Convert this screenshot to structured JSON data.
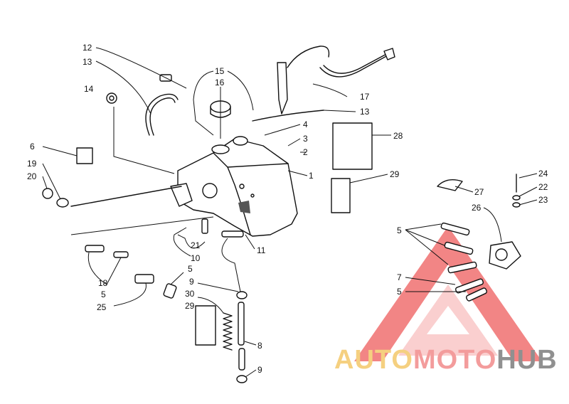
{
  "diagram": {
    "callouts": [
      {
        "id": "c12",
        "text": "12"
      },
      {
        "id": "c13a",
        "text": "13"
      },
      {
        "id": "c14",
        "text": "14"
      },
      {
        "id": "c15",
        "text": "15"
      },
      {
        "id": "c16",
        "text": "16"
      },
      {
        "id": "c17",
        "text": "17"
      },
      {
        "id": "c13b",
        "text": "13"
      },
      {
        "id": "c4",
        "text": "4"
      },
      {
        "id": "c3",
        "text": "3"
      },
      {
        "id": "c2",
        "text": "2"
      },
      {
        "id": "c28",
        "text": "28"
      },
      {
        "id": "c1",
        "text": "1"
      },
      {
        "id": "c29a",
        "text": "29"
      },
      {
        "id": "c6",
        "text": "6"
      },
      {
        "id": "c19",
        "text": "19"
      },
      {
        "id": "c20",
        "text": "20"
      },
      {
        "id": "c24",
        "text": "24"
      },
      {
        "id": "c22",
        "text": "22"
      },
      {
        "id": "c23",
        "text": "23"
      },
      {
        "id": "c27",
        "text": "27"
      },
      {
        "id": "c26",
        "text": "26"
      },
      {
        "id": "c5a",
        "text": "5"
      },
      {
        "id": "c21",
        "text": "21"
      },
      {
        "id": "c11",
        "text": "11"
      },
      {
        "id": "c10",
        "text": "10"
      },
      {
        "id": "c5b",
        "text": "5"
      },
      {
        "id": "c7",
        "text": "7"
      },
      {
        "id": "c5c",
        "text": "5"
      },
      {
        "id": "c18",
        "text": "18"
      },
      {
        "id": "c5d",
        "text": "5"
      },
      {
        "id": "c9a",
        "text": "9"
      },
      {
        "id": "c30",
        "text": "30"
      },
      {
        "id": "c25",
        "text": "25"
      },
      {
        "id": "c29b",
        "text": "29"
      },
      {
        "id": "c8",
        "text": "8"
      },
      {
        "id": "c9b",
        "text": "9"
      }
    ]
  },
  "watermark": {
    "part1": "AUTO",
    "part2": "MOTO",
    "part3": "HUB",
    "colors": {
      "auto": "#f4c86a",
      "moto": "#f28b8b",
      "hub": "#7d7d7d",
      "triangle": "#f07070"
    }
  }
}
